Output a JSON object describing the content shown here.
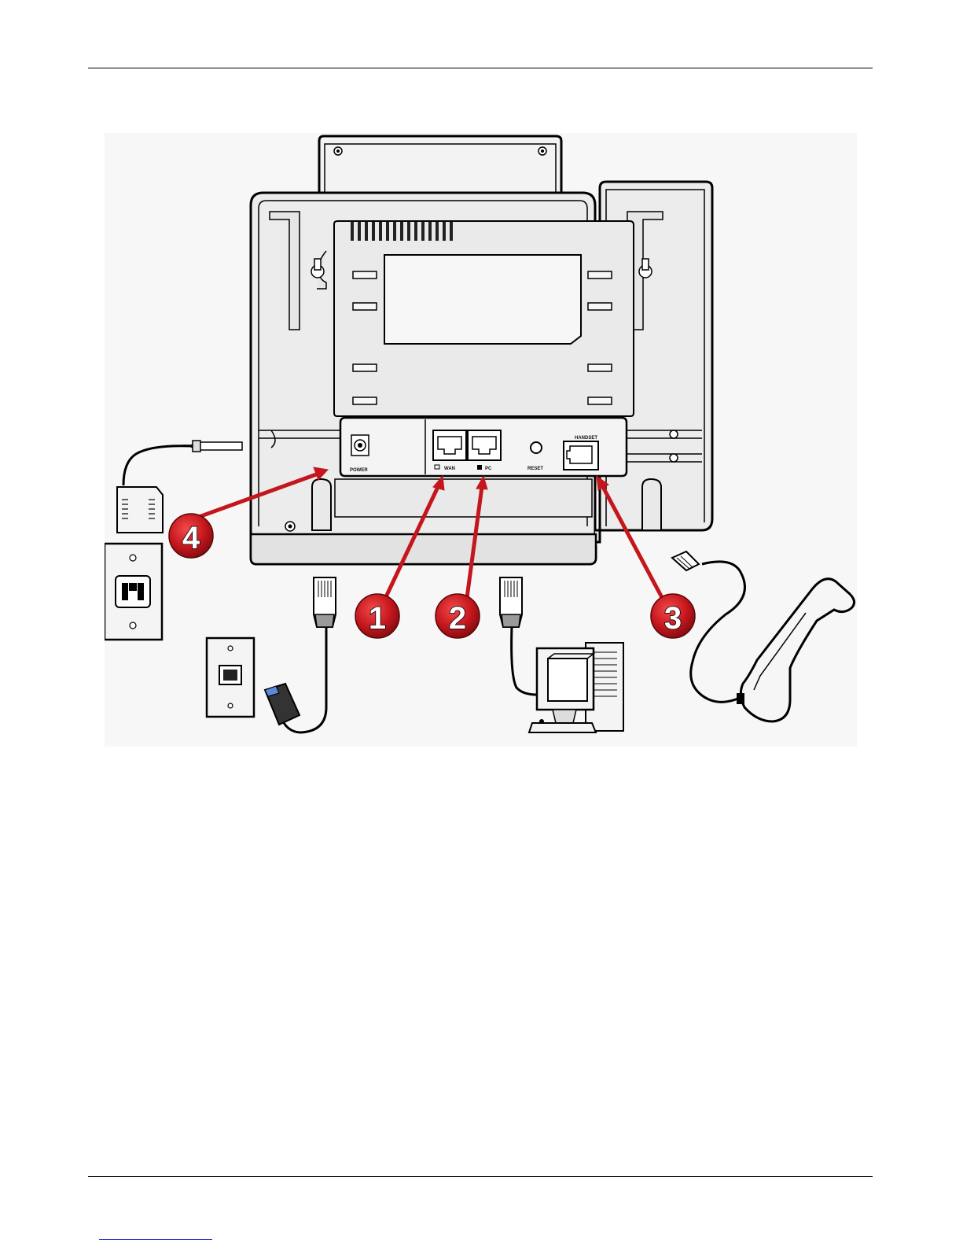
{
  "figure": {
    "port_labels": {
      "power": "POWER",
      "wan": "WAN",
      "pc": "PC",
      "reset": "RESET",
      "handset": "HANDSET"
    },
    "callouts": [
      {
        "number": "1",
        "target": "wan-port"
      },
      {
        "number": "2",
        "target": "pc-port"
      },
      {
        "number": "3",
        "target": "handset-port"
      },
      {
        "number": "4",
        "target": "power-jack"
      }
    ],
    "colors": {
      "callout_red": "#c4161c",
      "outline": "#000000",
      "face_gray": "#f1f1f1"
    }
  }
}
